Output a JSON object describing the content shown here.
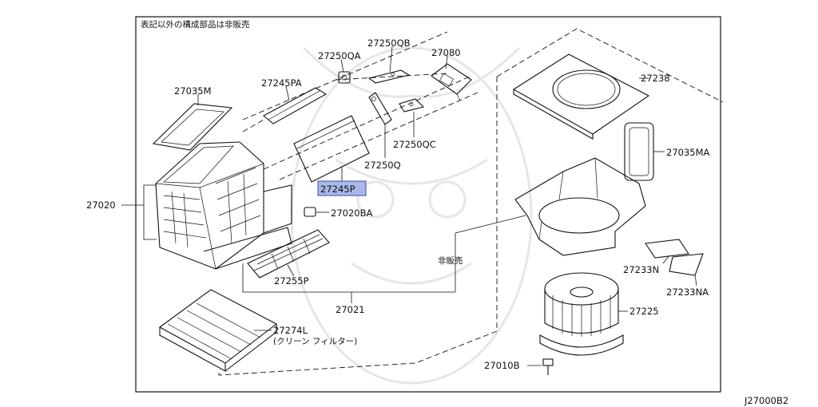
{
  "header_note": "表記以外の構成部品は非販売",
  "diagram_code": "J27000B2",
  "highlighted_part": "27245P",
  "parts": {
    "p27250QA": "27250QA",
    "p27250QB": "27250QB",
    "p27080": "27080",
    "p27245PA": "27245PA",
    "p27035M": "27035M",
    "p27250Q": "27250Q",
    "p27250QC": "27250QC",
    "p27245P": "27245P",
    "p27020": "27020",
    "p27020BA": "27020BA",
    "p27255P": "27255P",
    "p27021": "27021",
    "p27274L": "27274L",
    "p27274L_desc": "(クリーン フィルター)",
    "p27238": "27238",
    "p27035MA": "27035MA",
    "not_sold": "非販売",
    "p27233N": "27233N",
    "p27233NA": "27233NA",
    "p27225": "27225",
    "p27010B": "27010B"
  }
}
